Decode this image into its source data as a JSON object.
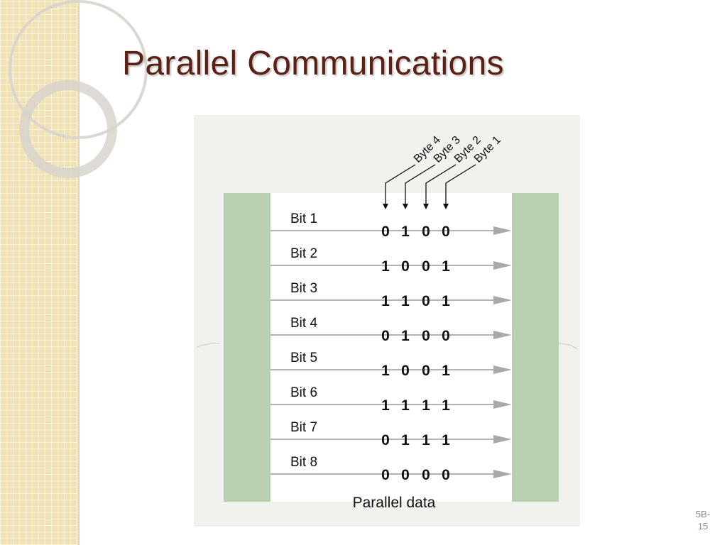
{
  "slide": {
    "title": "Parallel Communications",
    "page_number_line1": "5B-",
    "page_number_line2": "15"
  },
  "diagram": {
    "caption": "Parallel data",
    "byte_labels": [
      "Byte 4",
      "Byte 3",
      "Byte 2",
      "Byte 1"
    ],
    "bits": [
      {
        "label": "Bit 1",
        "values": [
          "0",
          "1",
          "0",
          "0"
        ]
      },
      {
        "label": "Bit 2",
        "values": [
          "1",
          "0",
          "0",
          "1"
        ]
      },
      {
        "label": "Bit 3",
        "values": [
          "1",
          "1",
          "0",
          "1"
        ]
      },
      {
        "label": "Bit 4",
        "values": [
          "0",
          "1",
          "0",
          "0"
        ]
      },
      {
        "label": "Bit 5",
        "values": [
          "1",
          "0",
          "0",
          "1"
        ]
      },
      {
        "label": "Bit 6",
        "values": [
          "1",
          "1",
          "1",
          "1"
        ]
      },
      {
        "label": "Bit 7",
        "values": [
          "0",
          "1",
          "1",
          "1"
        ]
      },
      {
        "label": "Bit 8",
        "values": [
          "0",
          "0",
          "0",
          "0"
        ]
      }
    ],
    "colors": {
      "block": "#b8d0b0",
      "channel": "#ffffff",
      "line": "#9a9a9a",
      "arrow": "#a9a9a9",
      "background": "#f1f2ee"
    }
  }
}
